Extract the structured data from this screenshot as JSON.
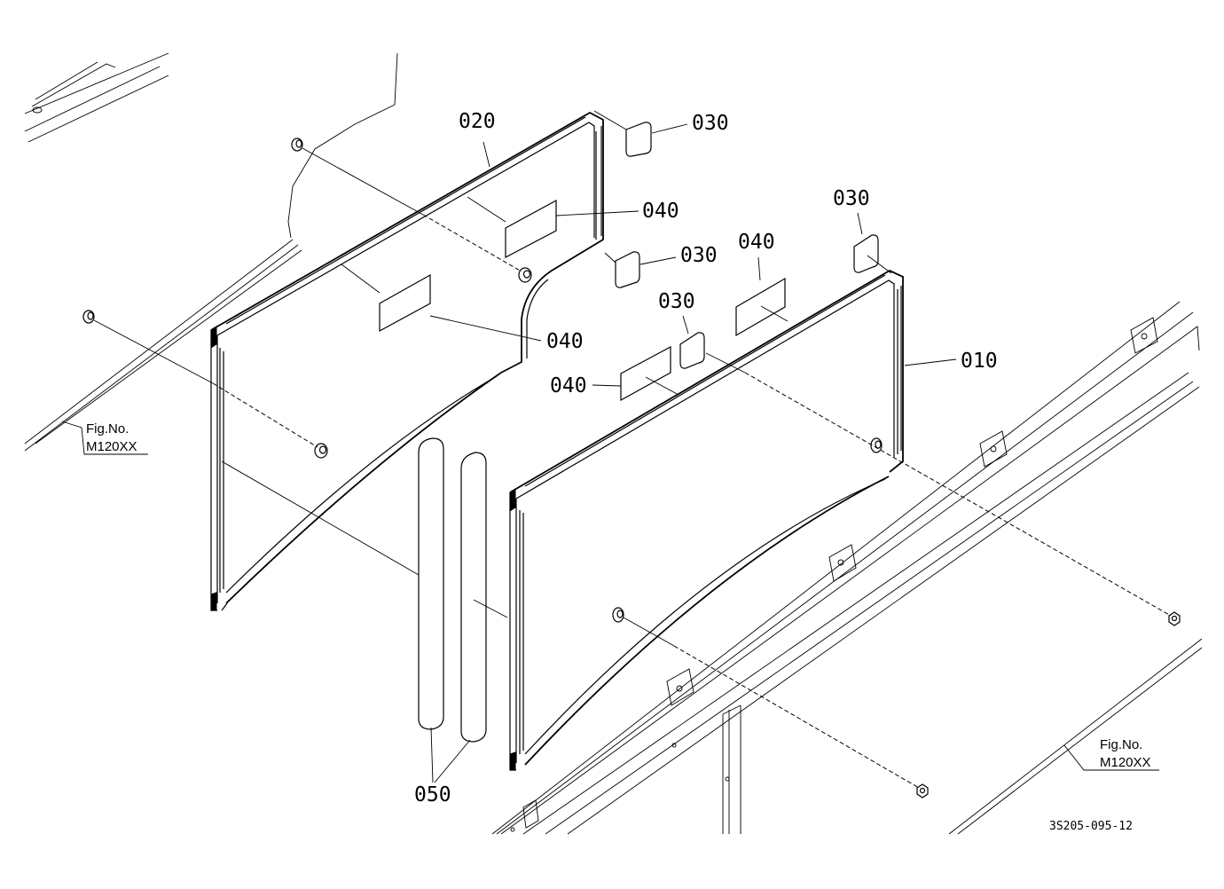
{
  "callouts": {
    "p010": "010",
    "p020": "020",
    "p030_a": "030",
    "p030_b": "030",
    "p030_c": "030",
    "p030_d": "030",
    "p040_a": "040",
    "p040_b": "040",
    "p040_c": "040",
    "p040_d": "040",
    "p050": "050"
  },
  "fig_refs": {
    "left_line1": "Fig.No.",
    "left_line2": "M120XX",
    "right_line1": "Fig.No.",
    "right_line2": "M120XX"
  },
  "drawing_code": "3S205-095-12"
}
